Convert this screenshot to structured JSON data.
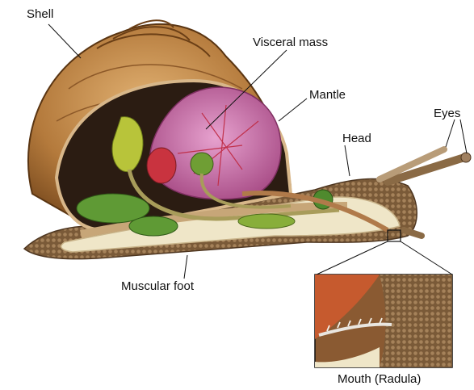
{
  "labels": {
    "shell": "Shell",
    "visceral_mass": "Visceral mass",
    "mantle": "Mantle",
    "eyes": "Eyes",
    "head": "Head",
    "muscular_foot": "Muscular foot",
    "mouth": "Mouth (Radula)"
  },
  "colors": {
    "shell_dark": "#7a4a1e",
    "shell_light": "#d9a765",
    "body_tan": "#c7a678",
    "foot_cream": "#efe6c8",
    "visceral_pink": "#c4679e",
    "gland_green": "#5f9a35",
    "dark_interior": "#2b1c12",
    "head_brown": "#8a6a45"
  }
}
